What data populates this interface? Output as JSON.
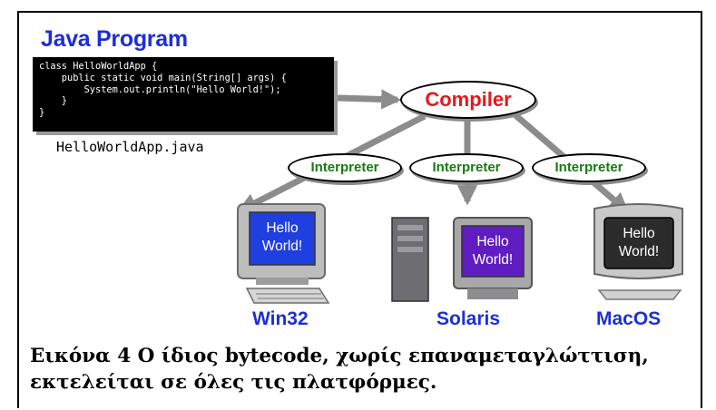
{
  "figure": {
    "title": "Java Program",
    "code_lines": [
      "class HelloWorldApp {",
      "    public static void main(String[] args) {",
      "        System.out.println(\"Hello World!\");",
      "    }",
      "}"
    ],
    "filename": "HelloWorldApp.java",
    "compiler_label": "Compiler",
    "interpreters": [
      "Interpreter",
      "Interpreter",
      "Interpreter"
    ],
    "platforms": [
      {
        "name": "Win32",
        "screen_line1": "Hello",
        "screen_line2": "World!",
        "screen_color": "#1f3fe0"
      },
      {
        "name": "Solaris",
        "screen_line1": "Hello",
        "screen_line2": "World!",
        "screen_color": "#5f1cc0"
      },
      {
        "name": "MacOS",
        "screen_line1": "Hello",
        "screen_line2": "World!",
        "screen_color": "#2b2b2b"
      }
    ]
  },
  "caption": {
    "line1": "Εικόνα 4 Ο ίδιος bytecode, χωρίς επαναμεταγλώττιση,",
    "line2": "εκτελείται σε όλες τις πλατφόρμες."
  },
  "colors": {
    "title_blue": "#1c2fd6",
    "compiler_red": "#e5181e",
    "interpreter_green": "#197a12",
    "arrow_gray": "#8c8c8c"
  }
}
